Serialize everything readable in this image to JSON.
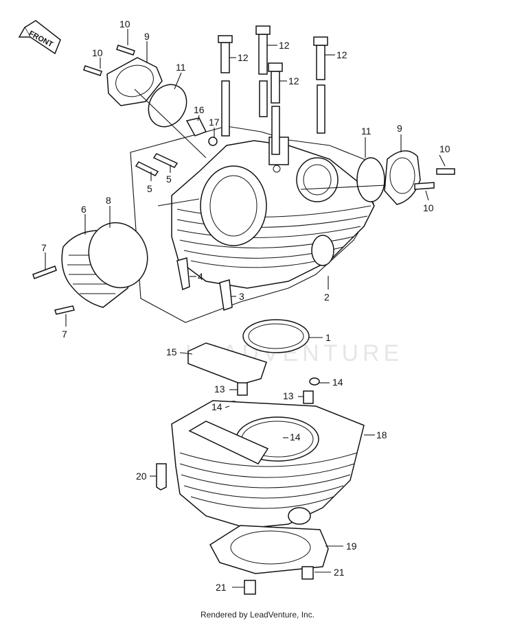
{
  "front_marker": "FRONT",
  "watermark": "LEADVENTURE",
  "footer": "Rendered by LeadVenture, Inc.",
  "callouts": {
    "c1": "1",
    "c2": "2",
    "c3": "3",
    "c4": "4",
    "c5a": "5",
    "c5b": "5",
    "c6": "6",
    "c7a": "7",
    "c7b": "7",
    "c8": "8",
    "c9a": "9",
    "c9b": "9",
    "c10a": "10",
    "c10b": "10",
    "c10c": "10",
    "c10d": "10",
    "c11a": "11",
    "c11b": "11",
    "c12a": "12",
    "c12b": "12",
    "c12c": "12",
    "c12d": "12",
    "c13a": "13",
    "c13b": "13",
    "c14a": "14",
    "c14b": "14",
    "c14c": "14",
    "c15": "15",
    "c16": "16",
    "c17": "17",
    "c18": "18",
    "c19": "19",
    "c20": "20",
    "c21a": "21",
    "c21b": "21"
  }
}
